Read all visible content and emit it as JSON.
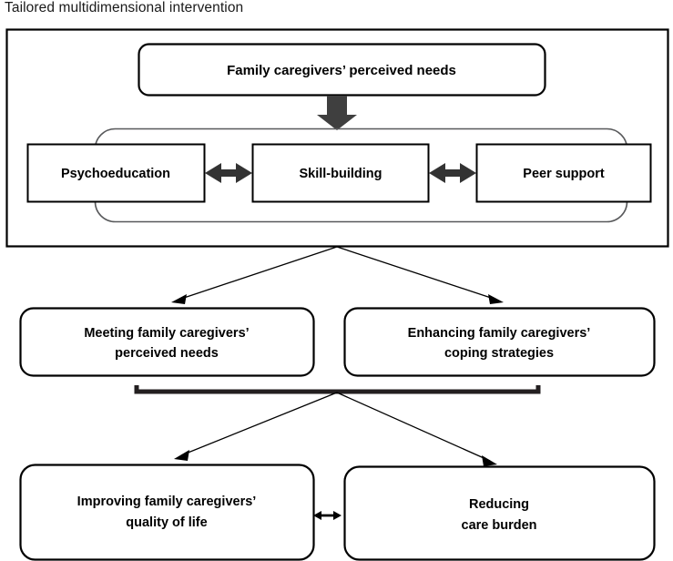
{
  "figure": {
    "title": "Tailored multidimensional intervention"
  },
  "intervention_frame": {
    "label": "intervention-frame",
    "top_node": {
      "text": "Family caregivers’ perceived needs"
    },
    "components_group": {
      "label": "intervention-components",
      "nodes": [
        {
          "text": "Psychoeducation"
        },
        {
          "text": "Skill-building"
        },
        {
          "text": "Peer support"
        }
      ],
      "connectors": [
        {
          "type": "bidirectional-arrow",
          "from": "Psychoeducation",
          "to": "Skill-building"
        },
        {
          "type": "bidirectional-arrow",
          "from": "Skill-building",
          "to": "Peer support"
        }
      ]
    },
    "flow_arrow": {
      "type": "down-arrow",
      "from": "Family caregivers’ perceived needs",
      "to": "intervention-components"
    }
  },
  "outcomes_tier1": {
    "nodes": [
      {
        "line1": "Meeting family caregivers’",
        "line2": "perceived needs"
      },
      {
        "line1": "Enhancing family caregivers’",
        "line2": "coping strategies"
      }
    ]
  },
  "outcomes_tier2": {
    "nodes": [
      {
        "line1": "Improving family  caregivers’",
        "line2": "quality of life"
      },
      {
        "line1": "Reducing",
        "line2": "care burden"
      }
    ],
    "connectors": [
      {
        "type": "bidirectional-arrow",
        "from": "Improving family  caregivers’ quality of life",
        "to": "Reducing care burden"
      }
    ]
  },
  "colors": {
    "line": "#000000",
    "thick_arrow": "#3f3f3f",
    "pill_outline": "#58595b",
    "bracket": "#231f20",
    "background": "#ffffff"
  }
}
